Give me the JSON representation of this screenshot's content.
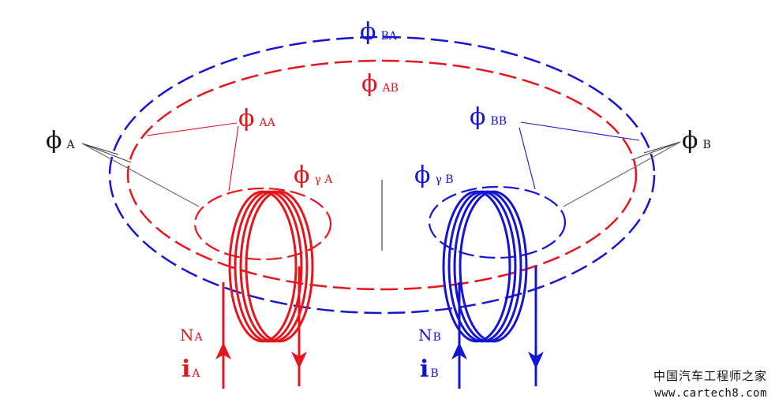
{
  "colors": {
    "red": "#e8141c",
    "blue": "#1414d2",
    "black": "#111111",
    "leader_gray": "#666666"
  },
  "labels": {
    "phi_BA": {
      "main": "ϕ",
      "sub": "BA"
    },
    "phi_AB": {
      "main": "ϕ",
      "sub": "AB"
    },
    "phi_AA": {
      "main": "ϕ",
      "sub": "AA"
    },
    "phi_BB": {
      "main": "ϕ",
      "sub": "BB"
    },
    "phi_A": {
      "main": "ϕ",
      "sub": "A"
    },
    "phi_B": {
      "main": "ϕ",
      "sub": "B"
    },
    "phi_gammaA": {
      "main": "ϕ",
      "sub": "γ A"
    },
    "phi_gammaB": {
      "main": "ϕ",
      "sub": "γ B"
    },
    "N_A": {
      "main": "N",
      "sub": "A"
    },
    "N_B": {
      "main": "N",
      "sub": "B"
    },
    "i_A": {
      "main": "i",
      "sub": "A"
    },
    "i_B": {
      "main": "i",
      "sub": "B"
    }
  },
  "watermark": {
    "name": "中国汽车工程师之家",
    "url": "www.cartech8.com"
  }
}
